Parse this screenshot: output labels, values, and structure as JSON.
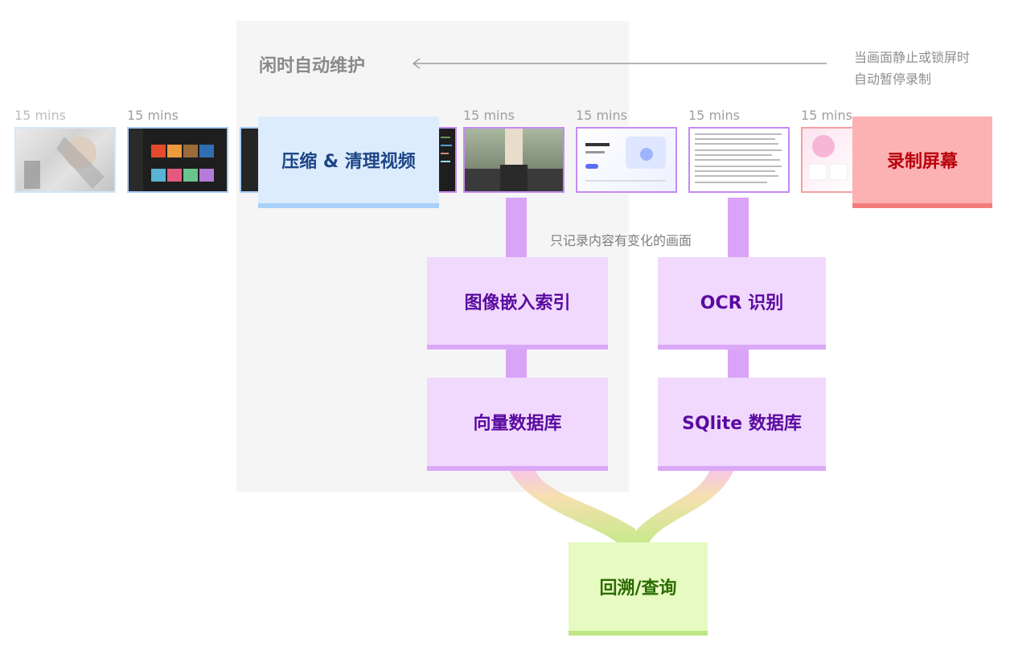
{
  "idle_zone": {
    "label": "闲时自动维护"
  },
  "pause_note": {
    "line1": "当画面静止或锁屏时",
    "line2": "自动暂停录制"
  },
  "timeline": {
    "interval_labels": [
      "15 mins",
      "15 mins",
      "15 mins",
      "15 mins",
      "15 mins",
      "15 mins"
    ],
    "thumbnails": [
      {
        "name": "anime-character-thumbnail",
        "theme": "faded"
      },
      {
        "name": "music-app-thumbnail",
        "theme": "dark"
      },
      {
        "name": "code-editor-thumbnail",
        "theme": "dark"
      },
      {
        "name": "code-editor-thumbnail-2",
        "theme": "dark"
      },
      {
        "name": "person-photo-thumbnail",
        "theme": "photo"
      },
      {
        "name": "web-page-thumbnail",
        "theme": "light"
      },
      {
        "name": "document-text-thumbnail",
        "theme": "light"
      },
      {
        "name": "pink-web-thumbnail",
        "theme": "light"
      }
    ]
  },
  "boxes": {
    "compress": "压缩 & 清理视频",
    "record": "录制屏幕",
    "embed": "图像嵌入索引",
    "ocr": "OCR 识别",
    "vector_db": "向量数据库",
    "sqlite_db": "SQlite 数据库",
    "query": "回溯/查询"
  },
  "notes": {
    "only_changes": "只记录内容有变化的画面"
  },
  "colors": {
    "idle_bg": "#f5f5f5",
    "compress_bg": "#dcecfc",
    "record_bg": "#fcb2b2",
    "purple_bg": "#f0d9fc",
    "query_bg": "#e6fac1",
    "connector": "#d9a3f8"
  }
}
